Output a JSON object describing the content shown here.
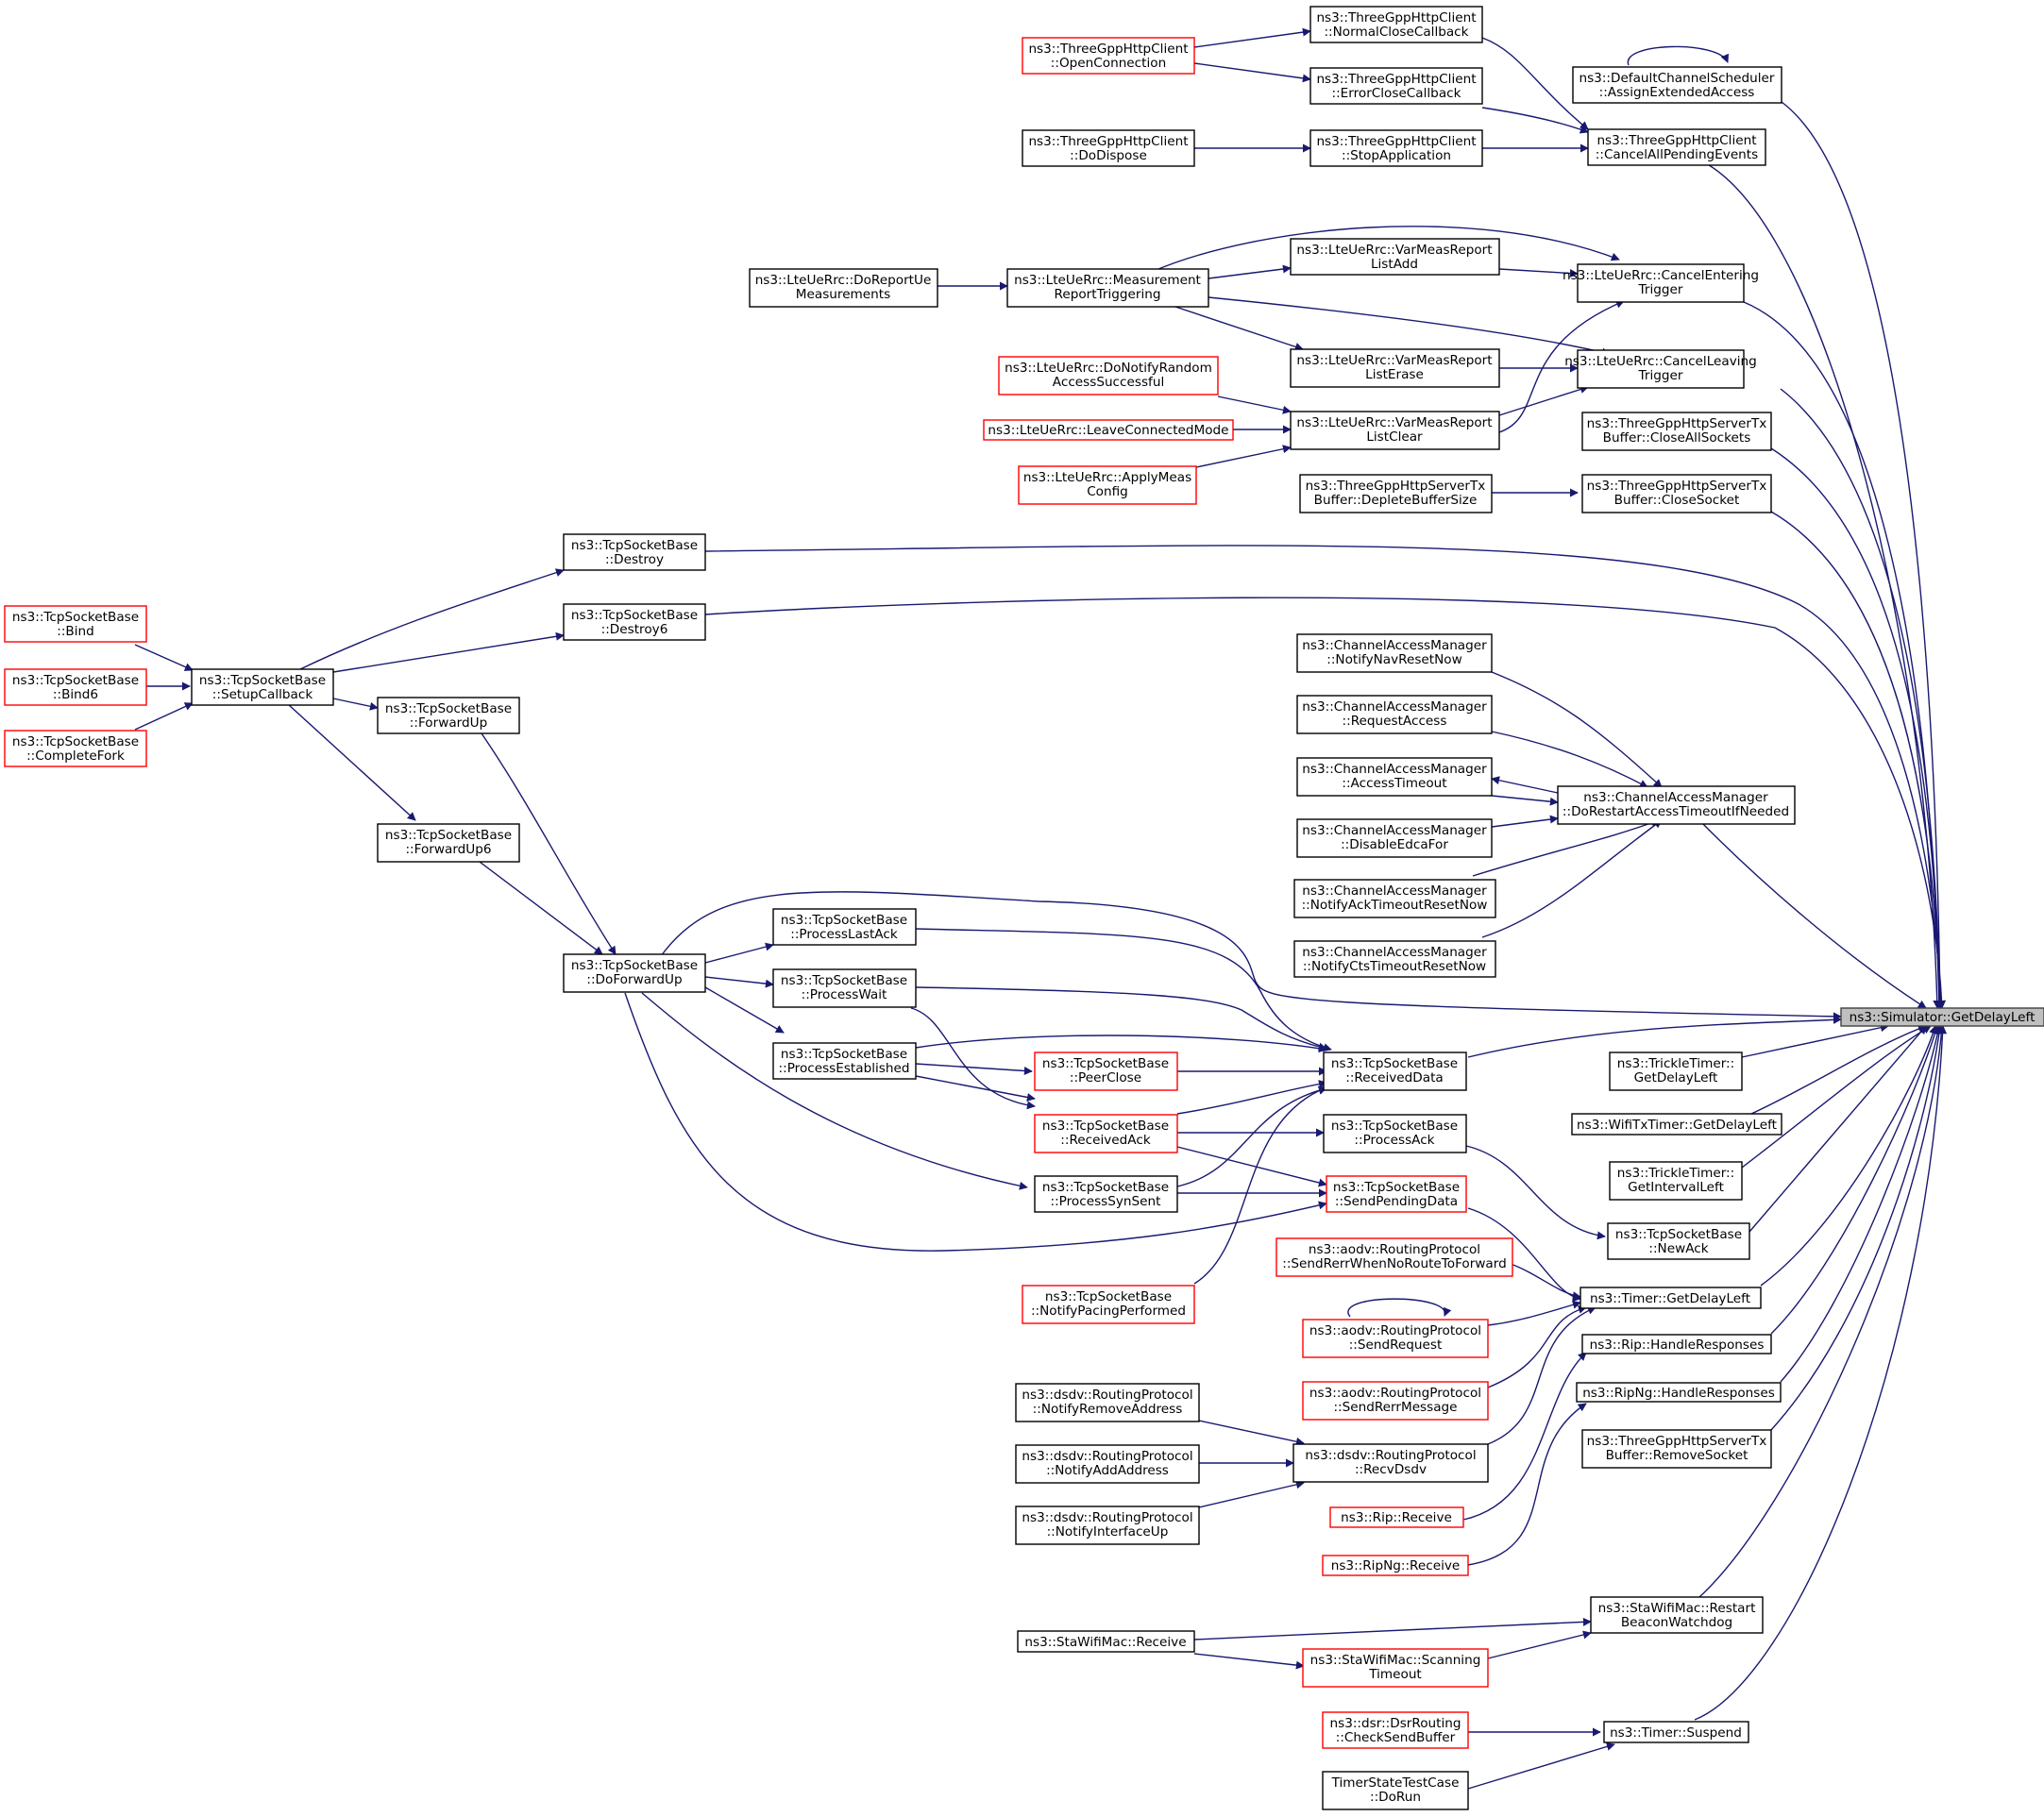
{
  "graph": {
    "focus_node": "ns3::Simulator::GetDelayLeft",
    "colors": {
      "edge": "#191970",
      "node_border": "#000000",
      "node_border_incomplete": "#ff0000",
      "focus_fill": "#bfbfbf"
    },
    "nodes": [
      {
        "id": "root",
        "lines": [
          "ns3::Simulator::GetDelayLeft"
        ],
        "style": "focus"
      },
      {
        "id": "dcs",
        "lines": [
          "ns3::DefaultChannelScheduler",
          "::AssignExtendedAccess"
        ],
        "style": "black"
      },
      {
        "id": "cape",
        "lines": [
          "ns3::ThreeGppHttpClient",
          "::CancelAllPendingEvents"
        ],
        "style": "black"
      },
      {
        "id": "ncc",
        "lines": [
          "ns3::ThreeGppHttpClient",
          "::NormalCloseCallback"
        ],
        "style": "black"
      },
      {
        "id": "ecc",
        "lines": [
          "ns3::ThreeGppHttpClient",
          "::ErrorCloseCallback"
        ],
        "style": "black"
      },
      {
        "id": "sapp",
        "lines": [
          "ns3::ThreeGppHttpClient",
          "::StopApplication"
        ],
        "style": "black"
      },
      {
        "id": "oconn",
        "lines": [
          "ns3::ThreeGppHttpClient",
          "::OpenConnection"
        ],
        "style": "red"
      },
      {
        "id": "dodisp",
        "lines": [
          "ns3::ThreeGppHttpClient",
          "::DoDispose"
        ],
        "style": "black"
      },
      {
        "id": "cet",
        "lines": [
          "ns3::LteUeRrc::CancelEntering",
          "Trigger"
        ],
        "style": "black"
      },
      {
        "id": "clt",
        "lines": [
          "ns3::LteUeRrc::CancelLeaving",
          "Trigger"
        ],
        "style": "black"
      },
      {
        "id": "vmadd",
        "lines": [
          "ns3::LteUeRrc::VarMeasReport",
          "ListAdd"
        ],
        "style": "black"
      },
      {
        "id": "vmerase",
        "lines": [
          "ns3::LteUeRrc::VarMeasReport",
          "ListErase"
        ],
        "style": "black"
      },
      {
        "id": "vmclear",
        "lines": [
          "ns3::LteUeRrc::VarMeasReport",
          "ListClear"
        ],
        "style": "black"
      },
      {
        "id": "mrt",
        "lines": [
          "ns3::LteUeRrc::Measurement",
          "ReportTriggering"
        ],
        "style": "black"
      },
      {
        "id": "drum",
        "lines": [
          "ns3::LteUeRrc::DoReportUe",
          "Measurements"
        ],
        "style": "black"
      },
      {
        "id": "dnras",
        "lines": [
          "ns3::LteUeRrc::DoNotifyRandom",
          "AccessSuccessful"
        ],
        "style": "red"
      },
      {
        "id": "lcm",
        "lines": [
          "ns3::LteUeRrc::LeaveConnectedMode"
        ],
        "style": "red"
      },
      {
        "id": "amc",
        "lines": [
          "ns3::LteUeRrc::ApplyMeas",
          "Config"
        ],
        "style": "red"
      },
      {
        "id": "cas",
        "lines": [
          "ns3::ThreeGppHttpServerTx",
          "Buffer::CloseAllSockets"
        ],
        "style": "black"
      },
      {
        "id": "cs",
        "lines": [
          "ns3::ThreeGppHttpServerTx",
          "Buffer::CloseSocket"
        ],
        "style": "black"
      },
      {
        "id": "dbs",
        "lines": [
          "ns3::ThreeGppHttpServerTx",
          "Buffer::DepleteBufferSize"
        ],
        "style": "black"
      },
      {
        "id": "destroy",
        "lines": [
          "ns3::TcpSocketBase",
          "::Destroy"
        ],
        "style": "black"
      },
      {
        "id": "destroy6",
        "lines": [
          "ns3::TcpSocketBase",
          "::Destroy6"
        ],
        "style": "black"
      },
      {
        "id": "setupcb",
        "lines": [
          "ns3::TcpSocketBase",
          "::SetupCallback"
        ],
        "style": "black"
      },
      {
        "id": "bind",
        "lines": [
          "ns3::TcpSocketBase",
          "::Bind"
        ],
        "style": "red"
      },
      {
        "id": "bind6",
        "lines": [
          "ns3::TcpSocketBase",
          "::Bind6"
        ],
        "style": "red"
      },
      {
        "id": "cfork",
        "lines": [
          "ns3::TcpSocketBase",
          "::CompleteFork"
        ],
        "style": "red"
      },
      {
        "id": "fwdup",
        "lines": [
          "ns3::TcpSocketBase",
          "::ForwardUp"
        ],
        "style": "black"
      },
      {
        "id": "fwdup6",
        "lines": [
          "ns3::TcpSocketBase",
          "::ForwardUp6"
        ],
        "style": "black"
      },
      {
        "id": "dofwd",
        "lines": [
          "ns3::TcpSocketBase",
          "::DoForwardUp"
        ],
        "style": "black"
      },
      {
        "id": "plack",
        "lines": [
          "ns3::TcpSocketBase",
          "::ProcessLastAck"
        ],
        "style": "black"
      },
      {
        "id": "pwait",
        "lines": [
          "ns3::TcpSocketBase",
          "::ProcessWait"
        ],
        "style": "black"
      },
      {
        "id": "pest",
        "lines": [
          "ns3::TcpSocketBase",
          "::ProcessEstablished"
        ],
        "style": "black"
      },
      {
        "id": "peerc",
        "lines": [
          "ns3::TcpSocketBase",
          "::PeerClose"
        ],
        "style": "red"
      },
      {
        "id": "rack",
        "lines": [
          "ns3::TcpSocketBase",
          "::ReceivedAck"
        ],
        "style": "red"
      },
      {
        "id": "psyn",
        "lines": [
          "ns3::TcpSocketBase",
          "::ProcessSynSent"
        ],
        "style": "black"
      },
      {
        "id": "rdata",
        "lines": [
          "ns3::TcpSocketBase",
          "::ReceivedData"
        ],
        "style": "black"
      },
      {
        "id": "pack",
        "lines": [
          "ns3::TcpSocketBase",
          "::ProcessAck"
        ],
        "style": "black"
      },
      {
        "id": "spd",
        "lines": [
          "ns3::TcpSocketBase",
          "::SendPendingData"
        ],
        "style": "red"
      },
      {
        "id": "npp",
        "lines": [
          "ns3::TcpSocketBase",
          "::NotifyPacingPerformed"
        ],
        "style": "red"
      },
      {
        "id": "newack",
        "lines": [
          "ns3::TcpSocketBase",
          "::NewAck"
        ],
        "style": "black"
      },
      {
        "id": "nnav",
        "lines": [
          "ns3::ChannelAccessManager",
          "::NotifyNavResetNow"
        ],
        "style": "black"
      },
      {
        "id": "reqacc",
        "lines": [
          "ns3::ChannelAccessManager",
          "::RequestAccess"
        ],
        "style": "black"
      },
      {
        "id": "acct",
        "lines": [
          "ns3::ChannelAccessManager",
          "::AccessTimeout"
        ],
        "style": "black"
      },
      {
        "id": "disedca",
        "lines": [
          "ns3::ChannelAccessManager",
          "::DisableEdcaFor"
        ],
        "style": "black"
      },
      {
        "id": "nack",
        "lines": [
          "ns3::ChannelAccessManager",
          "::NotifyAckTimeoutResetNow"
        ],
        "style": "black"
      },
      {
        "id": "ncts",
        "lines": [
          "ns3::ChannelAccessManager",
          "::NotifyCtsTimeoutResetNow"
        ],
        "style": "black"
      },
      {
        "id": "drati",
        "lines": [
          "ns3::ChannelAccessManager",
          "::DoRestartAccessTimeoutIfNeeded"
        ],
        "style": "black"
      },
      {
        "id": "ttgdl",
        "lines": [
          "ns3::TrickleTimer::",
          "GetDelayLeft"
        ],
        "style": "black"
      },
      {
        "id": "wifigdl",
        "lines": [
          "ns3::WifiTxTimer::GetDelayLeft"
        ],
        "style": "black"
      },
      {
        "id": "ttgil",
        "lines": [
          "ns3::TrickleTimer::",
          "GetIntervalLeft"
        ],
        "style": "black"
      },
      {
        "id": "tgdl",
        "lines": [
          "ns3::Timer::GetDelayLeft"
        ],
        "style": "black"
      },
      {
        "id": "srwnr",
        "lines": [
          "ns3::aodv::RoutingProtocol",
          "::SendRerrWhenNoRouteToForward"
        ],
        "style": "red"
      },
      {
        "id": "sreq",
        "lines": [
          "ns3::aodv::RoutingProtocol",
          "::SendRequest"
        ],
        "style": "red"
      },
      {
        "id": "srerr",
        "lines": [
          "ns3::aodv::RoutingProtocol",
          "::SendRerrMessage"
        ],
        "style": "red"
      },
      {
        "id": "riphr",
        "lines": [
          "ns3::Rip::HandleResponses"
        ],
        "style": "black"
      },
      {
        "id": "ripnghr",
        "lines": [
          "ns3::RipNg::HandleResponses"
        ],
        "style": "black"
      },
      {
        "id": "rsock",
        "lines": [
          "ns3::ThreeGppHttpServerTx",
          "Buffer::RemoveSocket"
        ],
        "style": "black"
      },
      {
        "id": "nra",
        "lines": [
          "ns3::dsdv::RoutingProtocol",
          "::NotifyRemoveAddress"
        ],
        "style": "black"
      },
      {
        "id": "naa",
        "lines": [
          "ns3::dsdv::RoutingProtocol",
          "::NotifyAddAddress"
        ],
        "style": "black"
      },
      {
        "id": "niu",
        "lines": [
          "ns3::dsdv::RoutingProtocol",
          "::NotifyInterfaceUp"
        ],
        "style": "black"
      },
      {
        "id": "recvdsdv",
        "lines": [
          "ns3::dsdv::RoutingProtocol",
          "::RecvDsdv"
        ],
        "style": "black"
      },
      {
        "id": "riprecv",
        "lines": [
          "ns3::Rip::Receive"
        ],
        "style": "red"
      },
      {
        "id": "ripngrecv",
        "lines": [
          "ns3::RipNg::Receive"
        ],
        "style": "red"
      },
      {
        "id": "rbw",
        "lines": [
          "ns3::StaWifiMac::Restart",
          "BeaconWatchdog"
        ],
        "style": "black"
      },
      {
        "id": "stareceive",
        "lines": [
          "ns3::StaWifiMac::Receive"
        ],
        "style": "black"
      },
      {
        "id": "scanto",
        "lines": [
          "ns3::StaWifiMac::Scanning",
          "Timeout"
        ],
        "style": "red"
      },
      {
        "id": "tsusp",
        "lines": [
          "ns3::Timer::Suspend"
        ],
        "style": "black"
      },
      {
        "id": "csb",
        "lines": [
          "ns3::dsr::DsrRouting",
          "::CheckSendBuffer"
        ],
        "style": "red"
      },
      {
        "id": "tstc",
        "lines": [
          "TimerStateTestCase",
          "::DoRun"
        ],
        "style": "black"
      }
    ],
    "edges": [
      [
        "dcs",
        "root"
      ],
      [
        "dcs",
        "dcs"
      ],
      [
        "cape",
        "root"
      ],
      [
        "ncc",
        "cape"
      ],
      [
        "ecc",
        "cape"
      ],
      [
        "sapp",
        "cape"
      ],
      [
        "oconn",
        "ncc"
      ],
      [
        "oconn",
        "ecc"
      ],
      [
        "dodisp",
        "sapp"
      ],
      [
        "cet",
        "root"
      ],
      [
        "clt",
        "root"
      ],
      [
        "vmadd",
        "cet"
      ],
      [
        "mrt",
        "cet"
      ],
      [
        "vmclear",
        "cet"
      ],
      [
        "vmerase",
        "clt"
      ],
      [
        "mrt",
        "clt"
      ],
      [
        "vmclear",
        "clt"
      ],
      [
        "mrt",
        "vmadd"
      ],
      [
        "mrt",
        "vmerase"
      ],
      [
        "drum",
        "mrt"
      ],
      [
        "dnras",
        "vmclear"
      ],
      [
        "lcm",
        "vmclear"
      ],
      [
        "amc",
        "vmclear"
      ],
      [
        "cas",
        "root"
      ],
      [
        "cs",
        "root"
      ],
      [
        "dbs",
        "cs"
      ],
      [
        "destroy",
        "root"
      ],
      [
        "destroy6",
        "root"
      ],
      [
        "setupcb",
        "destroy"
      ],
      [
        "setupcb",
        "destroy6"
      ],
      [
        "bind",
        "setupcb"
      ],
      [
        "bind6",
        "setupcb"
      ],
      [
        "cfork",
        "setupcb"
      ],
      [
        "setupcb",
        "fwdup"
      ],
      [
        "setupcb",
        "fwdup6"
      ],
      [
        "fwdup",
        "dofwd"
      ],
      [
        "fwdup6",
        "dofwd"
      ],
      [
        "dofwd",
        "root"
      ],
      [
        "dofwd",
        "plack"
      ],
      [
        "dofwd",
        "pwait"
      ],
      [
        "dofwd",
        "pest"
      ],
      [
        "dofwd",
        "psyn"
      ],
      [
        "dofwd",
        "spd"
      ],
      [
        "plack",
        "rdata"
      ],
      [
        "pwait",
        "rdata"
      ],
      [
        "pest",
        "rdata"
      ],
      [
        "pest",
        "peerc"
      ],
      [
        "pest",
        "rack"
      ],
      [
        "pwait",
        "rack"
      ],
      [
        "peerc",
        "rdata"
      ],
      [
        "rack",
        "rdata"
      ],
      [
        "psyn",
        "rdata"
      ],
      [
        "rack",
        "spd"
      ],
      [
        "psyn",
        "spd"
      ],
      [
        "npp",
        "rdata"
      ],
      [
        "rack",
        "pack"
      ],
      [
        "rdata",
        "root"
      ],
      [
        "pack",
        "newack"
      ],
      [
        "spd",
        "tgdl"
      ],
      [
        "newack",
        "root"
      ],
      [
        "nnav",
        "drati"
      ],
      [
        "reqacc",
        "drati"
      ],
      [
        "acct",
        "drati"
      ],
      [
        "drati",
        "acct"
      ],
      [
        "disedca",
        "drati"
      ],
      [
        "nack",
        "drati"
      ],
      [
        "ncts",
        "drati"
      ],
      [
        "drati",
        "root"
      ],
      [
        "ttgdl",
        "root"
      ],
      [
        "wifigdl",
        "root"
      ],
      [
        "ttgil",
        "root"
      ],
      [
        "tgdl",
        "root"
      ],
      [
        "srwnr",
        "tgdl"
      ],
      [
        "sreq",
        "tgdl"
      ],
      [
        "sreq",
        "sreq"
      ],
      [
        "srerr",
        "tgdl"
      ],
      [
        "recvdsdv",
        "tgdl"
      ],
      [
        "riphr",
        "root"
      ],
      [
        "ripnghr",
        "root"
      ],
      [
        "rsock",
        "root"
      ],
      [
        "riprecv",
        "riphr"
      ],
      [
        "ripngrecv",
        "ripnghr"
      ],
      [
        "nra",
        "recvdsdv"
      ],
      [
        "naa",
        "recvdsdv"
      ],
      [
        "niu",
        "recvdsdv"
      ],
      [
        "rbw",
        "root"
      ],
      [
        "stareceive",
        "rbw"
      ],
      [
        "stareceive",
        "scanto"
      ],
      [
        "scanto",
        "rbw"
      ],
      [
        "tsusp",
        "root"
      ],
      [
        "csb",
        "tsusp"
      ],
      [
        "tstc",
        "tsusp"
      ]
    ]
  }
}
